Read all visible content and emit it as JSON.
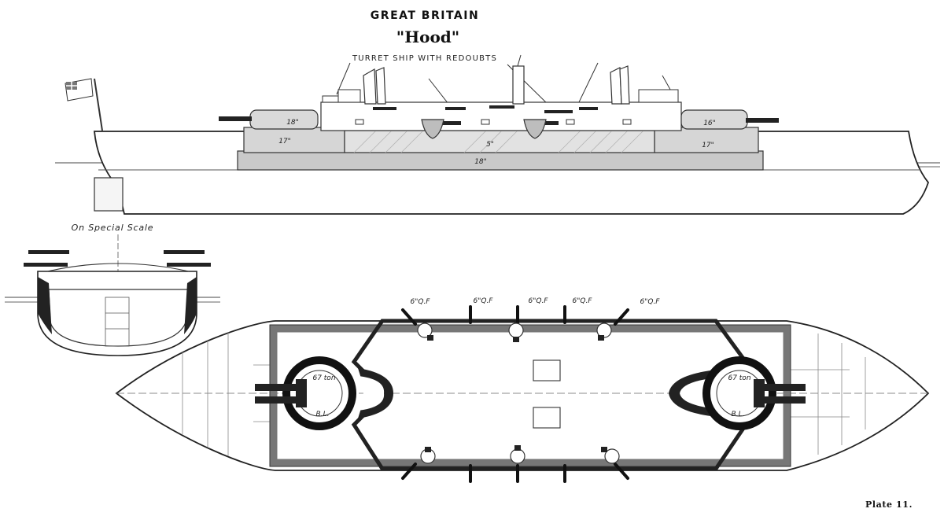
{
  "header": {
    "country": "GREAT BRITAIN",
    "ship_name": "\"Hood\"",
    "ship_type": "TURRET SHIP WITH REDOUBTS"
  },
  "profile": {
    "armour_labels": {
      "turret_fore": "18\"",
      "turret_aft": "16\"",
      "redoubt_fore": "17\"",
      "redoubt_aft": "17\"",
      "central": "5\"",
      "belt": "18\""
    }
  },
  "section": {
    "caption": "On Special Scale"
  },
  "plan": {
    "qf_labels": [
      "6\"Q.F",
      "6\"Q.F",
      "6\"Q.F",
      "6\"Q.F",
      "6\"Q.F"
    ],
    "turret_fore": {
      "line1": "67 ton",
      "line2": "B.L."
    },
    "turret_aft": {
      "line1": "67 ton",
      "line2": "B.L."
    }
  },
  "footer": {
    "plate": "Plate 11."
  }
}
